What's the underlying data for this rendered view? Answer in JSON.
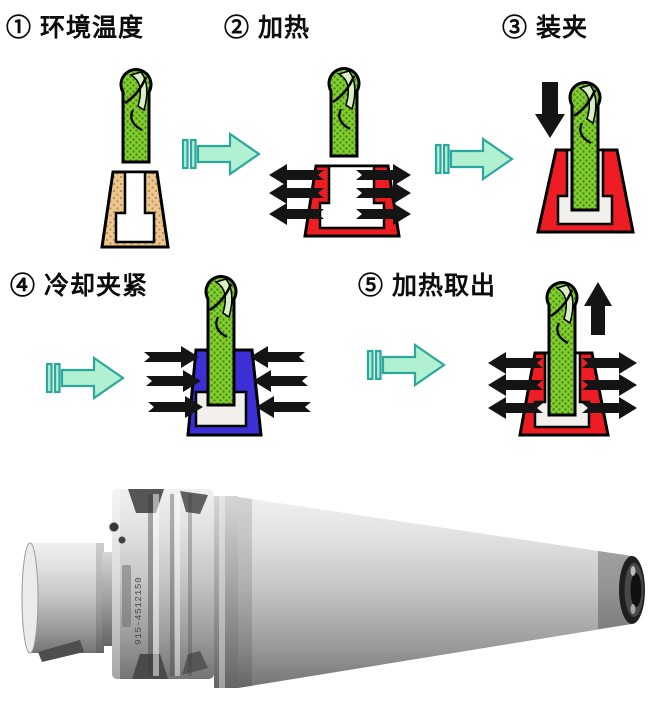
{
  "steps": [
    {
      "label": "① 环境温度"
    },
    {
      "label": "② 加热"
    },
    {
      "label": "③ 装夹"
    },
    {
      "label": "④ 冷却夹紧"
    },
    {
      "label": "⑤ 加热取出"
    }
  ],
  "photo": {
    "engraving": "915-4512150"
  },
  "colors": {
    "tool_green": "#84cc30",
    "tool_green_dark": "#3f8f12",
    "holder_ambient_tan": "#ecc68f",
    "holder_ambient_tan_dark": "#bd8d50",
    "holder_hot_red": "#ee1d23",
    "holder_cold_blue": "#3c2fd6",
    "force_arrow_black": "#141414",
    "transition_arrow_fill": "#b2f0d2",
    "transition_arrow_stroke": "#2ca79e"
  }
}
